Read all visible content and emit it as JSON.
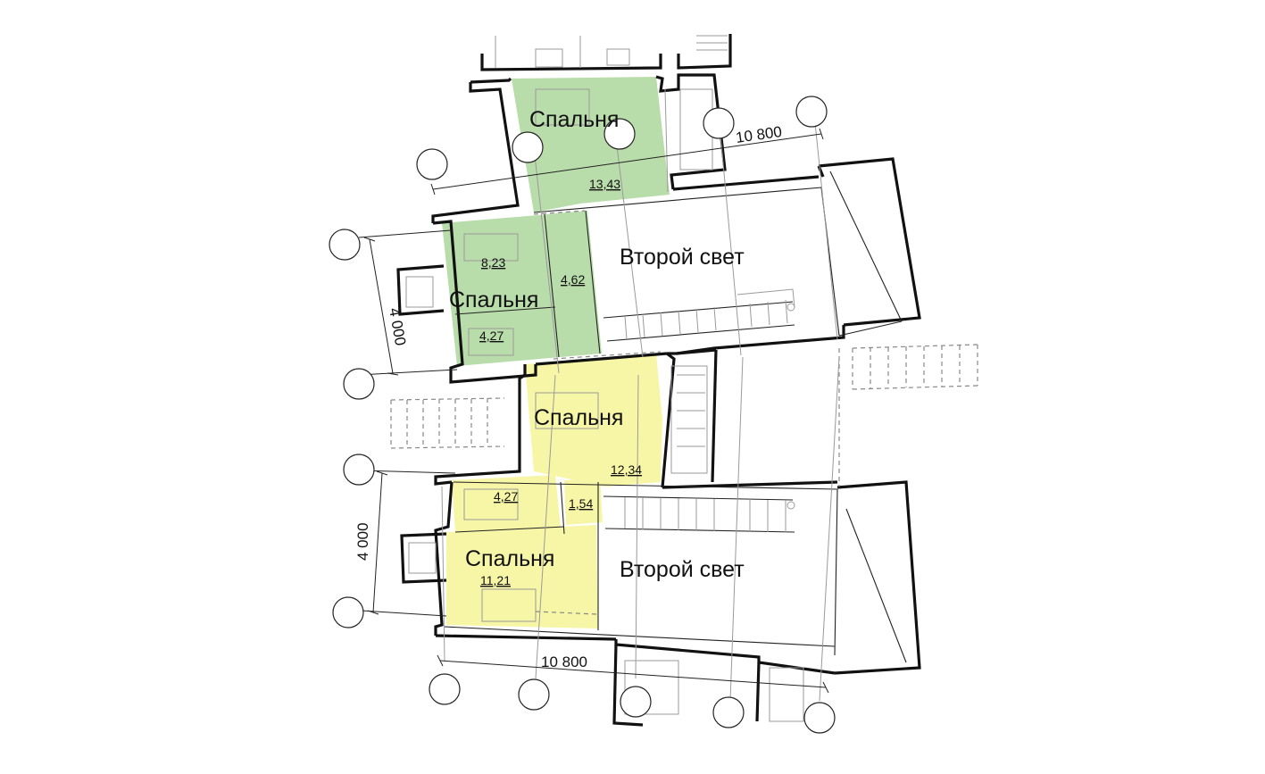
{
  "colors": {
    "unit_a_fill": "#b9dcab",
    "unit_b_fill": "#f7f6a6",
    "wall": "#111111",
    "background": "#ffffff"
  },
  "plan": {
    "rooms": {
      "bedroom_top": "Спальня",
      "bedroom_left_upper": "Спальня",
      "bedroom_middle": "Спальня",
      "bedroom_bottom": "Спальня",
      "second_light_upper": "Второй свет",
      "second_light_lower": "Второй свет"
    },
    "areas": {
      "a1": "13,43",
      "a2": "8,23",
      "a3": "4,62",
      "a4": "4,27",
      "a5": "12,34",
      "a6": "4,27",
      "a7": "1,54",
      "a8": "11,21"
    },
    "dimensions": {
      "top_width": "10 800",
      "upper_depth": "4 000",
      "lower_depth": "4 000",
      "bottom_width": "10 800"
    }
  }
}
